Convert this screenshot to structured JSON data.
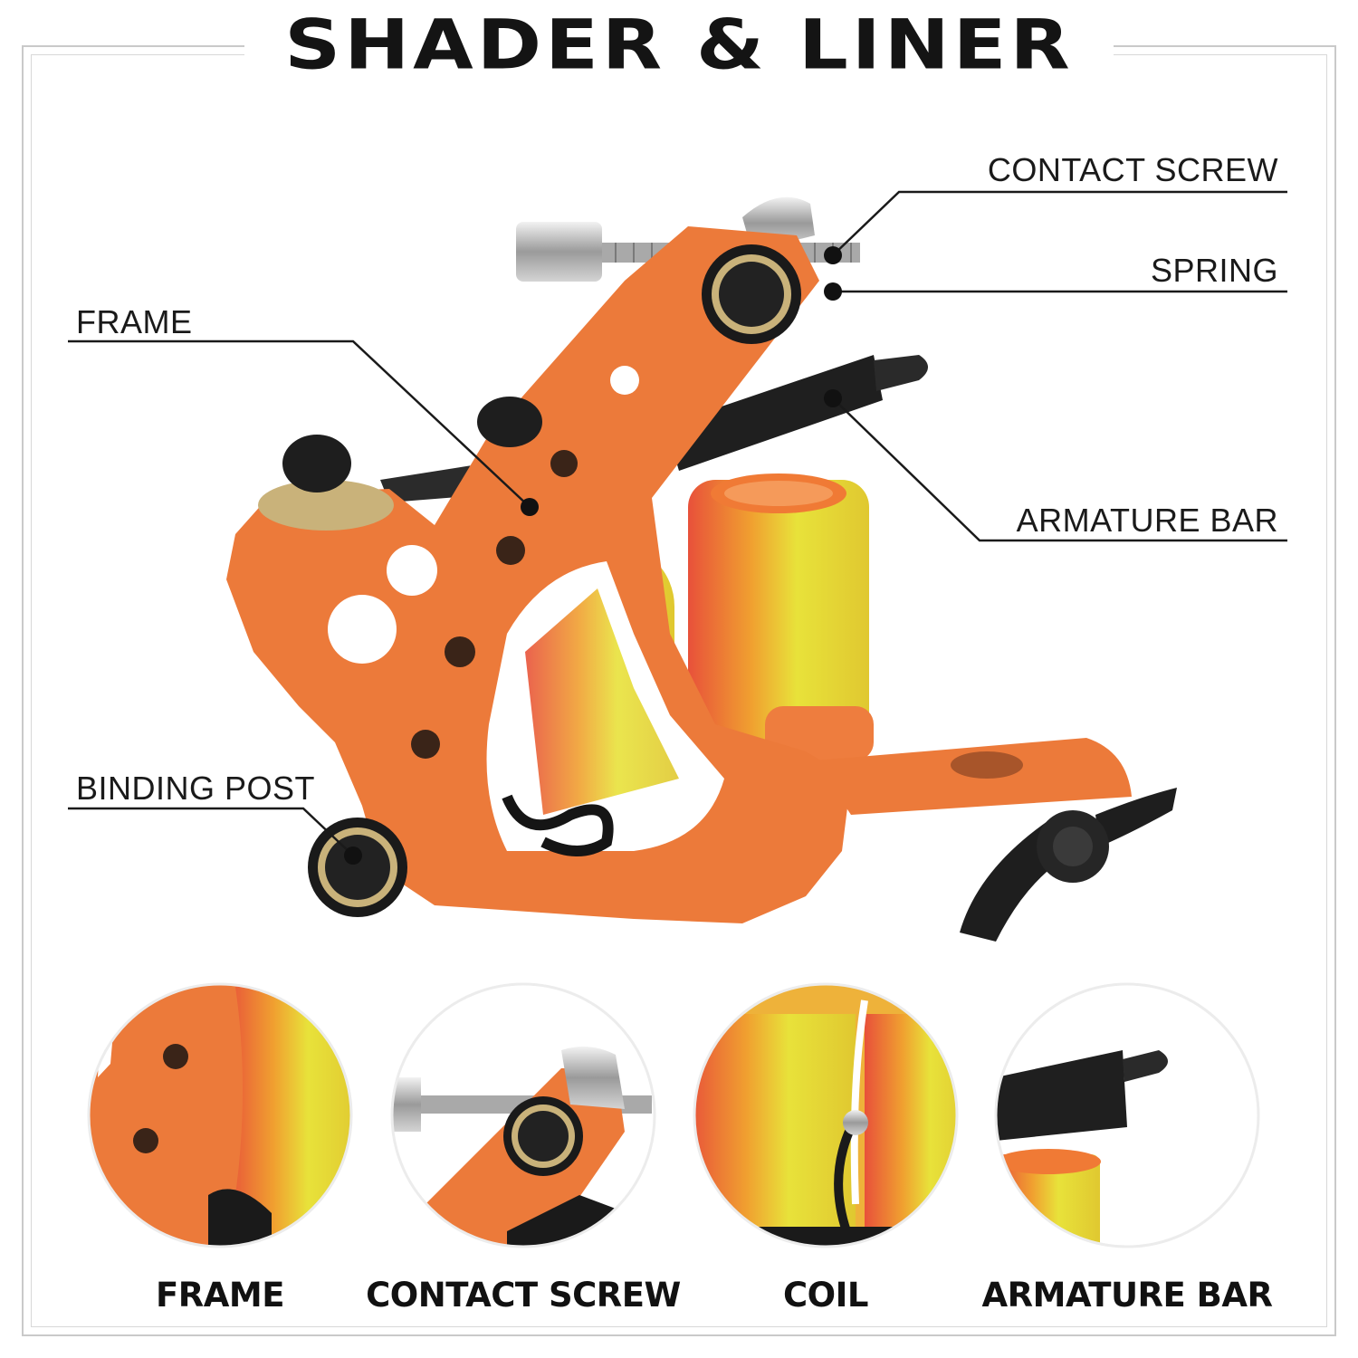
{
  "title": "SHADER & LINER",
  "callouts": {
    "contact_screw": "CONTACT SCREW",
    "spring": "SPRING",
    "frame": "FRAME",
    "armature_bar": "ARMATURE BAR",
    "binding_post": "BINDING POST"
  },
  "captions": [
    "FRAME",
    "CONTACT SCREW",
    "COIL",
    "ARMATURE BAR"
  ],
  "colors": {
    "frame_orange": "#ec7a3a",
    "coil_yellow": "#e8de3a",
    "coil_red": "#e8513a",
    "hardware_black": "#1e1e1e",
    "steel": "#b8b8b8",
    "brass": "#c9b27a"
  }
}
